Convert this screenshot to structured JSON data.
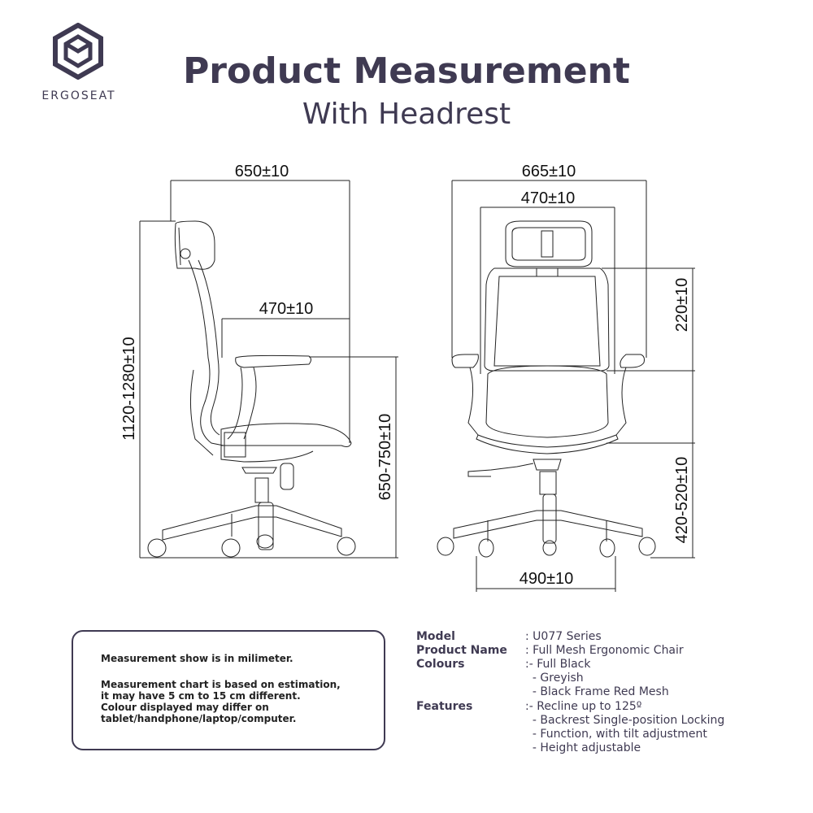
{
  "brand": {
    "name": "ERGOSEAT",
    "logo_icon": "ergoseat-hexagon-icon"
  },
  "header": {
    "title": "Product Measurement",
    "subtitle": "With Headrest"
  },
  "side_view": {
    "overall_depth": "650±10",
    "seat_depth": "470±10",
    "overall_height": "1120-1280±10",
    "seat_height": "650-750±10"
  },
  "front_view": {
    "overall_width": "665±10",
    "seat_width": "470±10",
    "backrest_height": "220±10",
    "seat_floor_height": "420-520±10",
    "base_width": "490±10"
  },
  "notes": {
    "line1": "Measurement show is in milimeter.",
    "line2": "Measurement chart is based on estimation,\nit may have 5 cm to 15 cm different.\nColour displayed may differ on\ntablet/handphone/laptop/computer."
  },
  "specs": {
    "model_label": "Model",
    "model_value": ": U077 Series",
    "name_label": "Product Name",
    "name_value": ": Full Mesh Ergonomic Chair",
    "colours_label": "Colours",
    "colours": [
      ":- Full Black",
      "  - Greyish",
      "  - Black Frame Red Mesh"
    ],
    "features_label": "Features",
    "features": [
      ":- Recline up to 125º",
      "  - Backrest Single-position Locking",
      "  - Function, with tilt adjustment",
      "  - Height adjustable"
    ]
  },
  "colors": {
    "text": "#3f3a52",
    "line": "#222222"
  }
}
